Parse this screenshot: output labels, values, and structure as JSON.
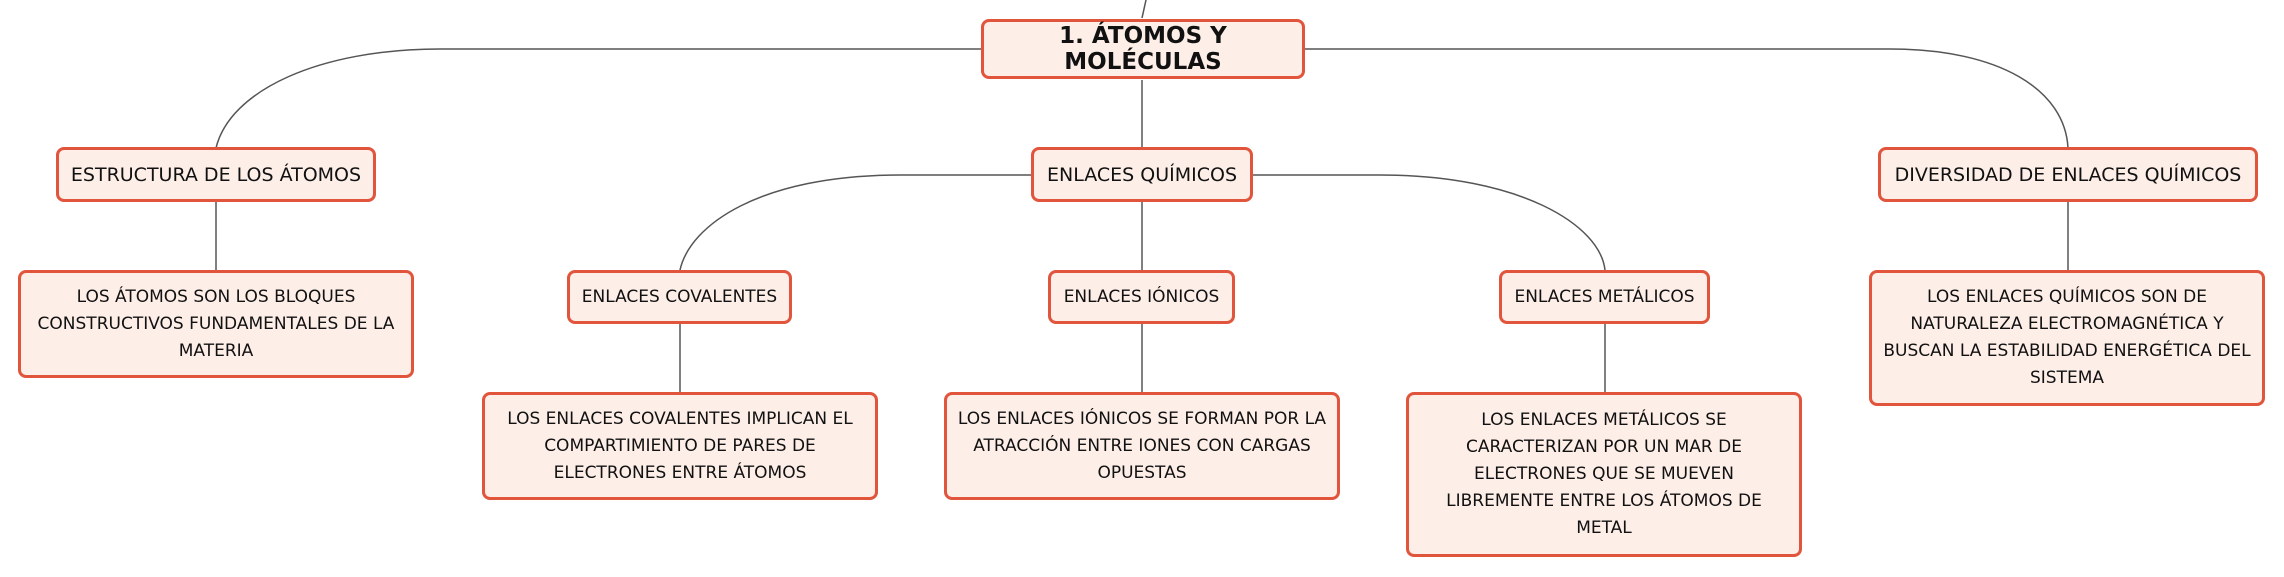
{
  "root": {
    "label": "1. ÁTOMOS Y MOLÉCULAS"
  },
  "branches": {
    "estructura": {
      "label": "ESTRUCTURA DE LOS ÁTOMOS",
      "detail": "LOS ÁTOMOS SON LOS BLOQUES CONSTRUCTIVOS FUNDAMENTALES DE LA MATERIA"
    },
    "enlaces": {
      "label": "ENLACES QUÍMICOS",
      "children": {
        "covalentes": {
          "label": "ENLACES COVALENTES",
          "detail": "LOS ENLACES COVALENTES IMPLICAN EL COMPARTIMIENTO DE PARES DE ELECTRONES ENTRE ÁTOMOS"
        },
        "ionicos": {
          "label": "ENLACES IÓNICOS",
          "detail": "LOS ENLACES IÓNICOS SE FORMAN POR LA ATRACCIÓN ENTRE IONES CON CARGAS OPUESTAS"
        },
        "metalicos": {
          "label": "ENLACES METÁLICOS",
          "detail": "LOS ENLACES METÁLICOS SE CARACTERIZAN POR UN MAR DE ELECTRONES QUE SE MUEVEN LIBREMENTE ENTRE LOS ÁTOMOS DE METAL"
        }
      }
    },
    "diversidad": {
      "label": "DIVERSIDAD DE ENLACES QUÍMICOS",
      "detail": "LOS ENLACES QUÍMICOS SON DE NATURALEZA ELECTROMAGNÉTICA Y BUSCAN LA ESTABILIDAD ENERGÉTICA DEL SISTEMA"
    }
  },
  "colors": {
    "node_border": "#e2553d",
    "node_fill": "#fdeee8",
    "connector": "#555555"
  }
}
